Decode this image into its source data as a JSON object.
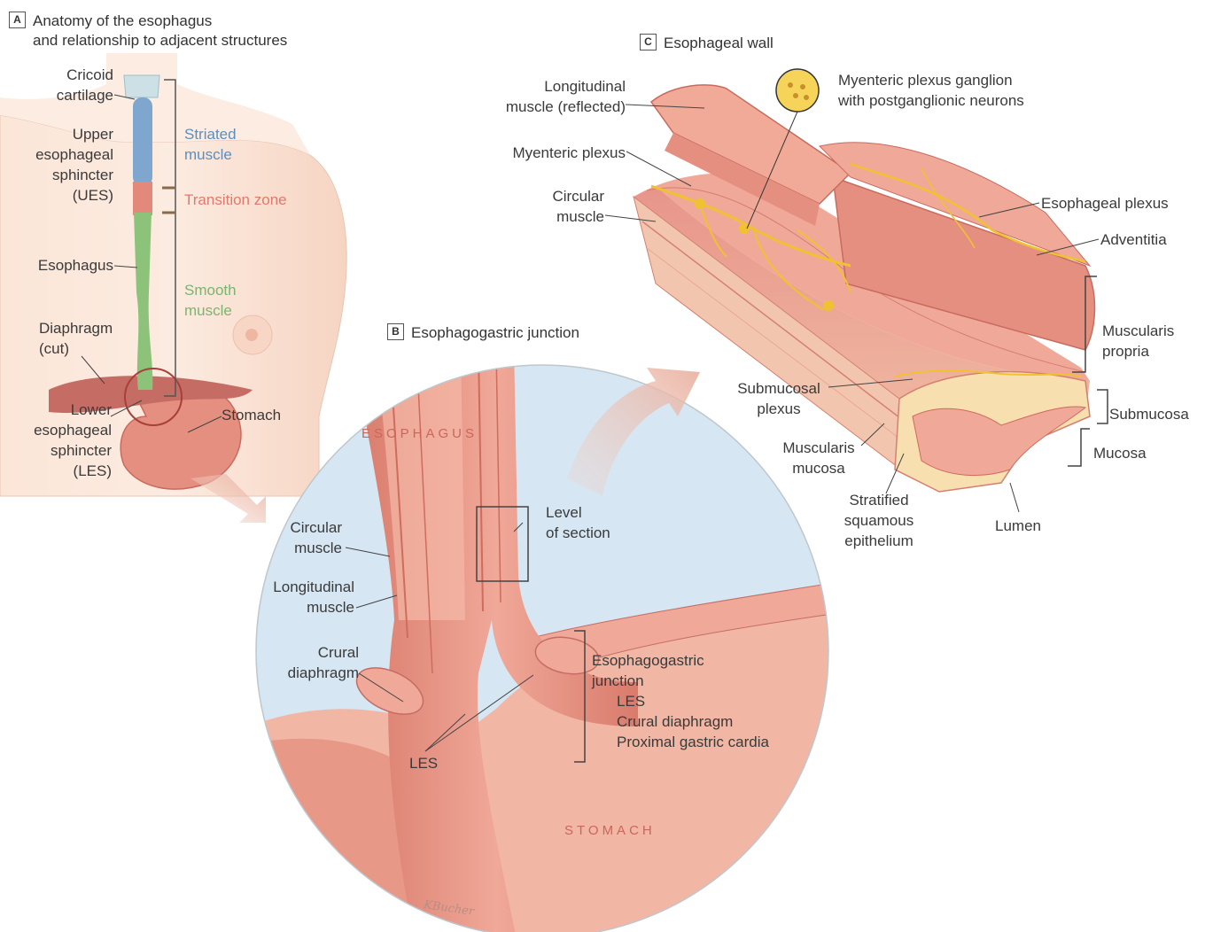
{
  "panels": {
    "a": {
      "letter": "A",
      "title_line1": "Anatomy of the esophagus",
      "title_line2": "and relationship to adjacent structures"
    },
    "b": {
      "letter": "B",
      "title": "Esophagogastric junction"
    },
    "c": {
      "letter": "C",
      "title": "Esophageal wall"
    }
  },
  "panel_a": {
    "cricoid_line1": "Cricoid",
    "cricoid_line2": "cartilage",
    "ues_line1": "Upper",
    "ues_line2": "esophageal",
    "ues_line3": "sphincter",
    "ues_line4": "(UES)",
    "striated_line1": "Striated",
    "striated_line2": "muscle",
    "transition": "Transition zone",
    "esophagus": "Esophagus",
    "smooth_line1": "Smooth",
    "smooth_line2": "muscle",
    "diaphragm_line1": "Diaphragm",
    "diaphragm_line2": "(cut)",
    "les_line1": "Lower",
    "les_line2": "esophageal",
    "les_line3": "sphincter",
    "les_line4": "(LES)",
    "stomach": "Stomach"
  },
  "panel_b": {
    "esophagus_caps": "ESOPHAGUS",
    "stomach_caps": "STOMACH",
    "level_line1": "Level",
    "level_line2": "of section",
    "circular_line1": "Circular",
    "circular_line2": "muscle",
    "longitudinal_line1": "Longitudinal",
    "longitudinal_line2": "muscle",
    "crural_line1": "Crural",
    "crural_line2": "diaphragm",
    "les": "LES",
    "egj_line1": "Esophagogastric",
    "egj_line2": "junction",
    "egj_item1": "LES",
    "egj_item2": "Crural diaphragm",
    "egj_item3": "Proximal gastric cardia",
    "signature": "KBucher"
  },
  "panel_c": {
    "long_line1": "Longitudinal",
    "long_line2": "muscle (reflected)",
    "ganglion_line1": "Myenteric plexus ganglion",
    "ganglion_line2": "with postganglionic neurons",
    "myenteric": "Myenteric plexus",
    "circ_line1": "Circular",
    "circ_line2": "muscle",
    "esoph_plexus": "Esophageal plexus",
    "adventitia": "Adventitia",
    "muscularis_line1": "Muscularis",
    "muscularis_line2": "propria",
    "submucosal_line1": "Submucosal",
    "submucosal_line2": "plexus",
    "submucosa": "Submucosa",
    "mucosa": "Mucosa",
    "musc_mucosa_line1": "Muscularis",
    "musc_mucosa_line2": "mucosa",
    "strat_line1": "Stratified",
    "strat_line2": "squamous",
    "strat_line3": "epithelium",
    "lumen": "Lumen"
  },
  "colors": {
    "skin": "#fbe3d4",
    "muscle": "#e9988a",
    "muscle_dark": "#d17466",
    "striated": "#7fa6cf",
    "smooth": "#8cc27a",
    "transition": "#e3897c",
    "nerve": "#f0c232",
    "submucosa": "#f8dfb0",
    "background_fluid": "#d6e6f2"
  }
}
